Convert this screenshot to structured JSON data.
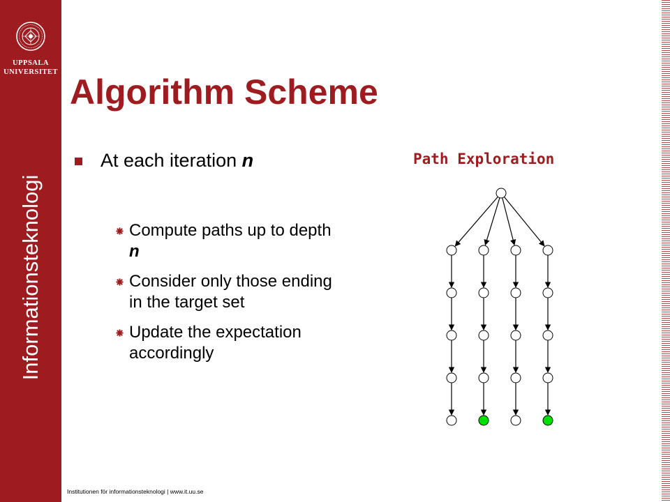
{
  "sidebar": {
    "university_lines": [
      "UPPSALA",
      "UNIVERSITET"
    ],
    "department": "Informationsteknologi",
    "brand_color": "#9e1b1f",
    "seal_icon": "university-seal-icon"
  },
  "slide": {
    "title": "Algorithm Scheme",
    "main_bullet": {
      "text": "At each iteration ",
      "variable": "n"
    },
    "sub_bullets": [
      {
        "text": "Compute paths up to depth ",
        "variable": "n"
      },
      {
        "text": "Consider only those ending in the target set",
        "variable": ""
      },
      {
        "text": "Update the expectation accordingly",
        "variable": ""
      }
    ]
  },
  "diagram": {
    "title": "Path Exploration",
    "node_fill": "#ffffff",
    "target_fill": "#00e000",
    "branches": 4,
    "depth": 5,
    "target_branches": [
      2,
      4
    ]
  },
  "footer": {
    "text": "Institutionen för informationsteknologi | www.it.uu.se"
  }
}
